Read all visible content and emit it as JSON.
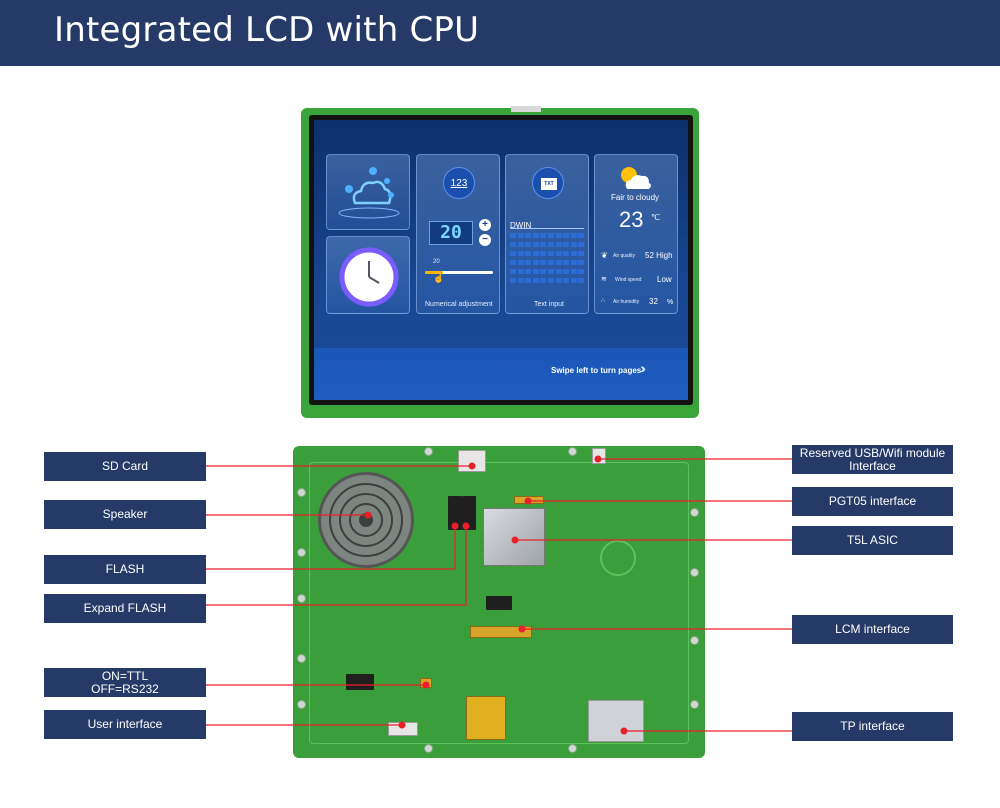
{
  "header": {
    "title": "Integrated LCD with CPU"
  },
  "screen": {
    "numeric_card": {
      "icon_text": "123",
      "digits": "20",
      "slider_value": "20",
      "label": "Numerical adjustment"
    },
    "text_card": {
      "icon_text": "TXT",
      "input_value": "DWIN",
      "label": "Text input"
    },
    "weather_card": {
      "condition": "Fair to cloudy",
      "temperature": "23",
      "unit": "℃",
      "air_quality_label": "Air quality",
      "air_quality_value": "52 High",
      "wind_label": "Wind speed",
      "wind_value": "Low",
      "humidity_label": "Air humidity",
      "humidity_value": "32",
      "humidity_unit": "%"
    },
    "swipe_hint": "Swipe left to turn pages"
  },
  "labels": {
    "left": [
      {
        "id": "sd-card",
        "text": "SD Card"
      },
      {
        "id": "speaker",
        "text": "Speaker"
      },
      {
        "id": "flash",
        "text": "FLASH"
      },
      {
        "id": "expand-flash",
        "text": "Expand FLASH"
      },
      {
        "id": "ttl-rs232",
        "line1": "ON=TTL",
        "line2": "OFF=RS232"
      },
      {
        "id": "user-interface",
        "text": "User interface"
      }
    ],
    "right": [
      {
        "id": "usb-wifi",
        "line1": "Reserved USB/Wifi module",
        "line2": "Interface"
      },
      {
        "id": "pgt05",
        "text": "PGT05 interface"
      },
      {
        "id": "t5l-asic",
        "text": "T5L ASIC"
      },
      {
        "id": "lcm",
        "text": "LCM interface"
      },
      {
        "id": "tp",
        "text": "TP interface"
      }
    ]
  },
  "colors": {
    "header_bg": "#253a66",
    "label_bg": "#253a66",
    "leader_line": "#e8202a",
    "pcb_green": "#3a9f3a"
  }
}
